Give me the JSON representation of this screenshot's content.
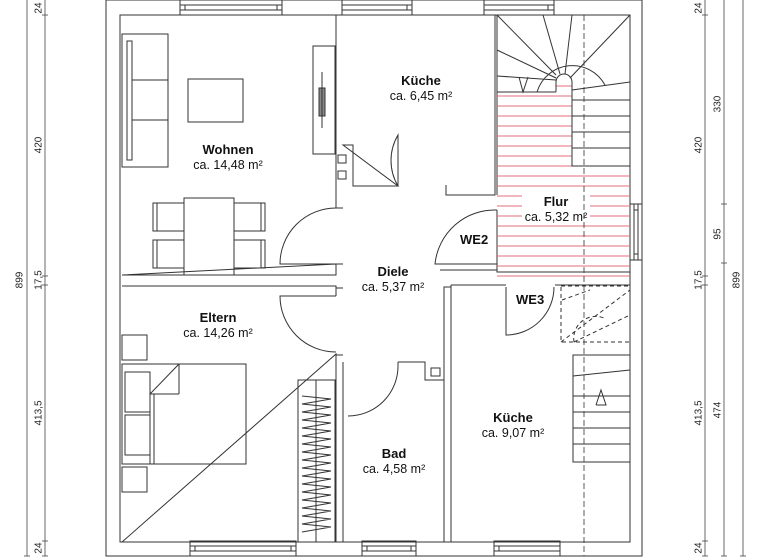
{
  "rooms": {
    "wohnen": {
      "name": "Wohnen",
      "area": "ca. 14,48 m²"
    },
    "kueche_top": {
      "name": "Küche",
      "area": "ca. 6,45 m²"
    },
    "flur": {
      "name": "Flur",
      "area": "ca. 5,32 m²"
    },
    "diele": {
      "name": "Diele",
      "area": "ca. 5,37 m²"
    },
    "eltern": {
      "name": "Eltern",
      "area": "ca. 14,26 m²"
    },
    "bad": {
      "name": "Bad",
      "area": "ca. 4,58 m²"
    },
    "kueche_bottom": {
      "name": "Küche",
      "area": "ca. 9,07 m²"
    }
  },
  "entrances": {
    "we2": "WE2",
    "we3": "WE3"
  },
  "dimensions": {
    "left": {
      "total": "899",
      "top_wall": "24",
      "upper": "420",
      "mid_wall": "17,5",
      "lower": "413,5",
      "bottom_wall": "24"
    },
    "right_inner": {
      "top_wall": "24",
      "upper": "420",
      "mid_wall": "17,5",
      "lower": "413,5",
      "bottom_wall": "24"
    },
    "right_middle": {
      "upper": "330",
      "mid": "95",
      "lower": "474"
    },
    "right_outer": {
      "total": "899"
    }
  },
  "colors": {
    "walls": "#333333",
    "hatch": "#e0707a",
    "dimension_line": "#444444"
  }
}
